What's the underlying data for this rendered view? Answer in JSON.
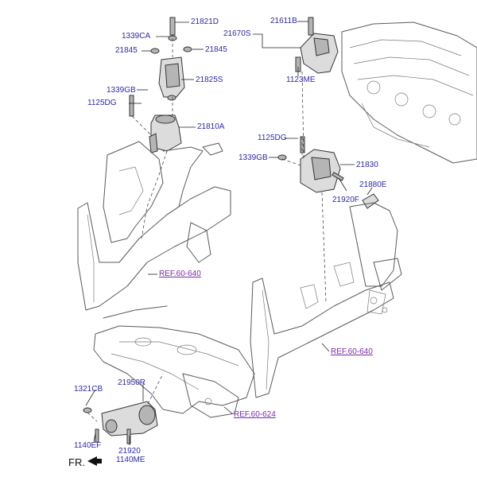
{
  "callouts": {
    "c21821d": "21821D",
    "c1339ca": "1339CA",
    "c21845_left": "21845",
    "c21845_right": "21845",
    "c21825s": "21825S",
    "c1339gb_top": "1339GB",
    "c1125dg_top": "1125DG",
    "c21810a": "21810A",
    "c21611b": "21611B",
    "c21670s": "21670S",
    "c1123me": "1123ME",
    "c1125dg_mid": "1125DG",
    "c1339gb_mid": "1339GB",
    "c21830": "21830",
    "c21920f": "21920F",
    "c21880e": "21880E",
    "c1321cb": "1321CB",
    "c21950r": "21950R",
    "c1140ef": "1140EF",
    "c21920": "21920",
    "c1140me": "1140ME"
  },
  "refs": {
    "ref_left": "REF.60-640",
    "ref_right": "REF.60-640",
    "ref_bottom": "REF.60-624"
  },
  "direction": {
    "label": "FR."
  },
  "colors": {
    "callout_text": "#2a2aa8",
    "reference_link": "#7a2aa8"
  }
}
